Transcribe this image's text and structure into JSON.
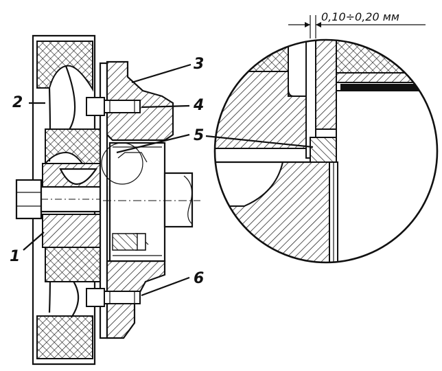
{
  "labels": {
    "l1": "1",
    "l2": "2",
    "l3": "3",
    "l4": "4",
    "l5": "5",
    "l6": "6"
  },
  "dimension": "0,10÷0,20 мм"
}
